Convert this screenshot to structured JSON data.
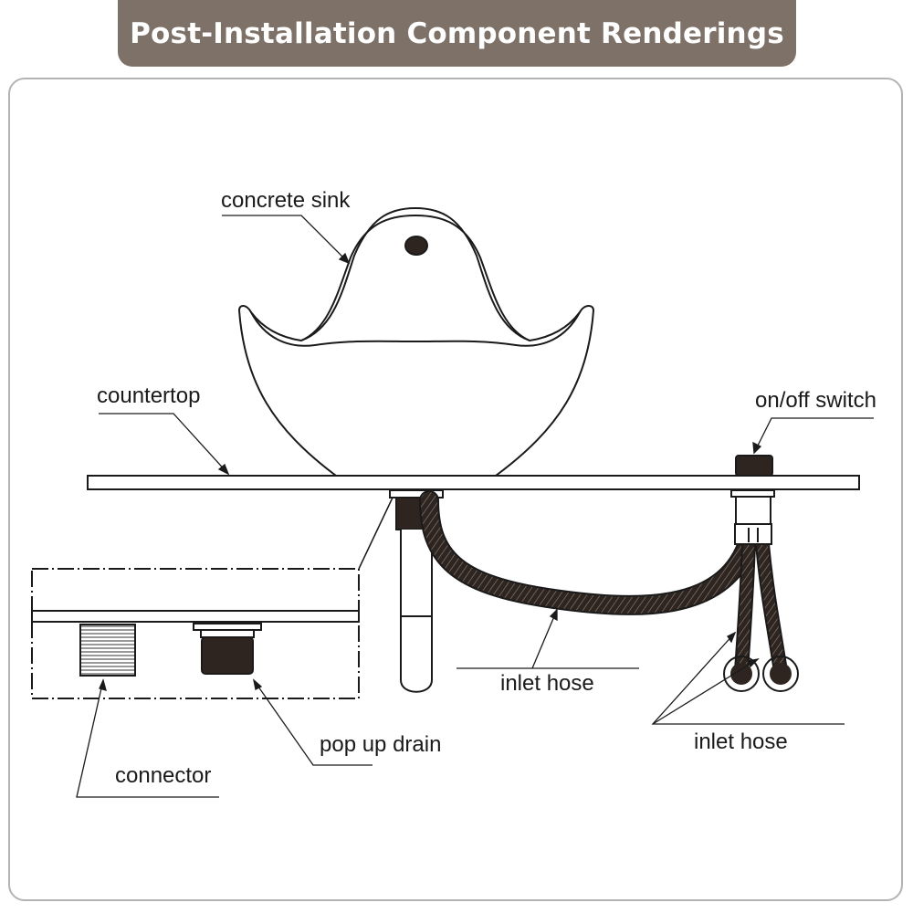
{
  "title": "Post-Installation Component Renderings",
  "labels": {
    "concrete_sink": "concrete sink",
    "countertop": "countertop",
    "on_off_switch": "on/off switch",
    "inlet_hose_center": "inlet hose",
    "inlet_hose_right": "inlet hose",
    "pop_up_drain": "pop up drain",
    "connector": "connector"
  },
  "colors": {
    "banner": "#7d7168",
    "frame": "#b3b3b3",
    "hose": "#2e2520",
    "line": "#1a1a1a"
  }
}
